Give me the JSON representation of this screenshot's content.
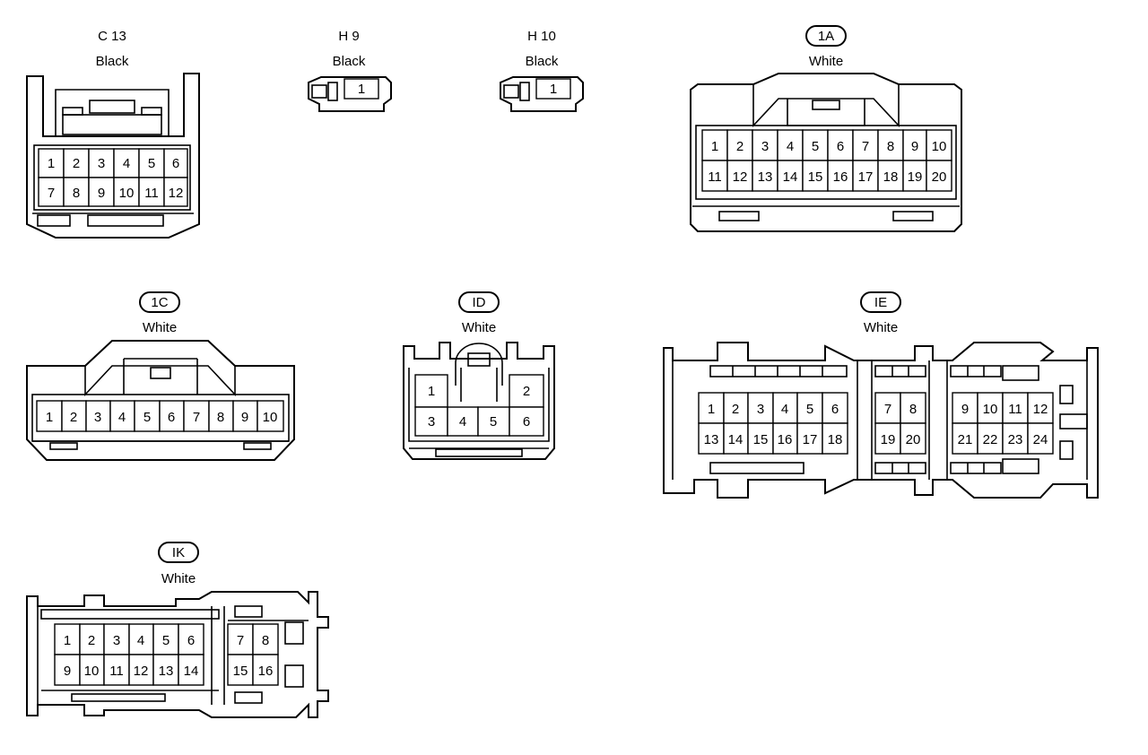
{
  "connectors": {
    "c13": {
      "code": "C 13",
      "color": "Black",
      "pins": [
        "1",
        "2",
        "3",
        "4",
        "5",
        "6",
        "7",
        "8",
        "9",
        "10",
        "11",
        "12"
      ]
    },
    "h9": {
      "code": "H 9",
      "color": "Black",
      "pins": [
        "1"
      ]
    },
    "h10": {
      "code": "H 10",
      "color": "Black",
      "pins": [
        "1"
      ]
    },
    "c1a": {
      "code": "1A",
      "color": "White",
      "pins": [
        "1",
        "2",
        "3",
        "4",
        "5",
        "6",
        "7",
        "8",
        "9",
        "10",
        "11",
        "12",
        "13",
        "14",
        "15",
        "16",
        "17",
        "18",
        "19",
        "20"
      ]
    },
    "c1c": {
      "code": "1C",
      "color": "White",
      "pins": [
        "1",
        "2",
        "3",
        "4",
        "5",
        "6",
        "7",
        "8",
        "9",
        "10"
      ]
    },
    "cid": {
      "code": "ID",
      "color": "White",
      "pins": [
        "1",
        "2",
        "3",
        "4",
        "5",
        "6"
      ]
    },
    "cie": {
      "code": "IE",
      "color": "White",
      "pins": [
        "1",
        "2",
        "3",
        "4",
        "5",
        "6",
        "7",
        "8",
        "9",
        "10",
        "11",
        "12",
        "13",
        "14",
        "15",
        "16",
        "17",
        "18",
        "19",
        "20",
        "21",
        "22",
        "23",
        "24"
      ]
    },
    "cik": {
      "code": "IK",
      "color": "White",
      "pins": [
        "1",
        "2",
        "3",
        "4",
        "5",
        "6",
        "7",
        "8",
        "9",
        "10",
        "11",
        "12",
        "13",
        "14",
        "15",
        "16"
      ]
    }
  }
}
